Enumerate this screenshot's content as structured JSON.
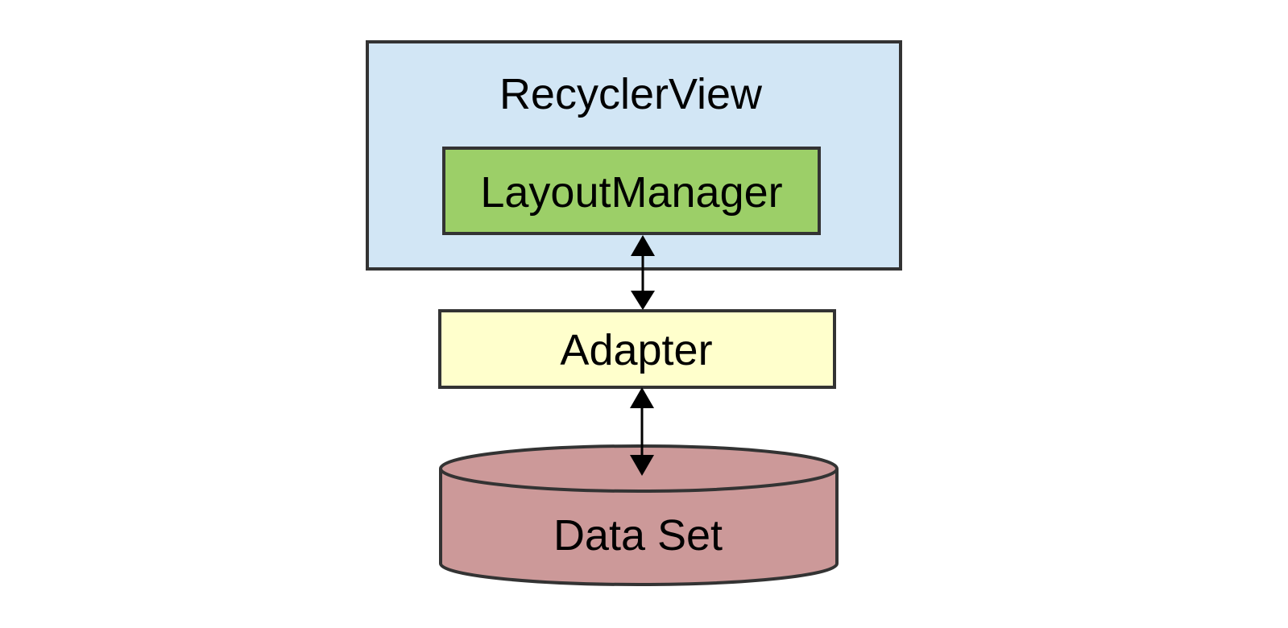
{
  "nodes": {
    "recyclerview": {
      "label": "RecyclerView",
      "fill": "#d2e6f5"
    },
    "layoutmanager": {
      "label": "LayoutManager",
      "fill": "#9ccf68"
    },
    "adapter": {
      "label": "Adapter",
      "fill": "#ffffcc"
    },
    "dataset": {
      "label": "Data Set",
      "fill": "#cc9999"
    }
  },
  "edges": [
    {
      "from": "layoutmanager",
      "to": "adapter",
      "direction": "bidirectional"
    },
    {
      "from": "adapter",
      "to": "dataset",
      "direction": "bidirectional"
    }
  ],
  "colors": {
    "stroke": "#333333",
    "arrow": "#000000"
  }
}
